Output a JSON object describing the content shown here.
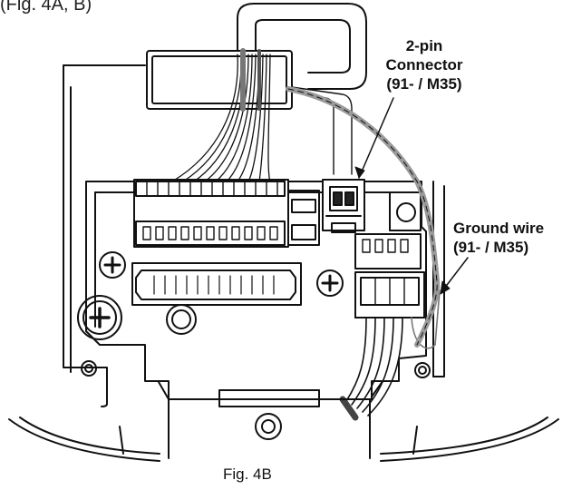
{
  "top_partial_text": "(Fig. 4A, B)",
  "labels": {
    "connector": {
      "line1": "2-pin",
      "line2": "Connector",
      "line3": "(91- / M35)"
    },
    "ground": {
      "line1": "Ground wire",
      "line2": "(91- / M35)"
    }
  },
  "caption": "Fig. 4B",
  "colors": {
    "line": "#111111",
    "wire_gray": "#9a9a9a",
    "wire_dark": "#555555",
    "background": "#ffffff"
  }
}
